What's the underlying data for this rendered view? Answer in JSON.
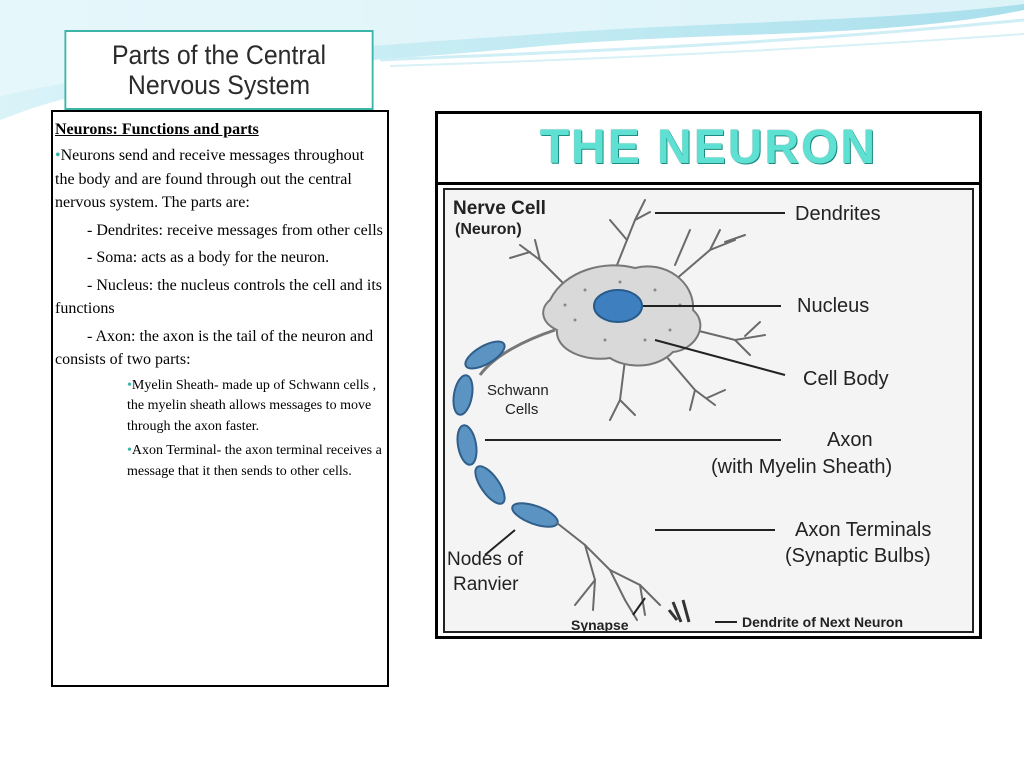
{
  "left_panel": {
    "title_line1": "Parts of the Central",
    "title_line2": "Nervous System",
    "heading": "Neurons: Functions and parts",
    "bullet": "•",
    "intro": "Neurons  send and receive messages throughout the body and are found through out the central nervous system. The parts are:",
    "parts": [
      "- Dendrites: receive messages from other cells",
      "- Soma: acts as a body for the neuron.",
      "- Nucleus: the nucleus controls the cell and its functions",
      "- Axon: the axon is the tail of the neuron and consists of  two parts:"
    ],
    "sub_parts": [
      "Myelin Sheath- made up of Schwann cells , the myelin sheath allows messages to move through the axon faster.",
      "Axon Terminal- the axon terminal receives a message that it then sends to other cells."
    ]
  },
  "right_panel": {
    "title": "THE NEURON",
    "diagram": {
      "title_line1": "Nerve Cell",
      "title_line2": "(Neuron)",
      "labels": {
        "dendrites": "Dendrites",
        "nucleus": "Nucleus",
        "cell_body": "Cell Body",
        "schwann_line1": "Schwann",
        "schwann_line2": "Cells",
        "axon_line1": "Axon",
        "axon_line2": "(with Myelin Sheath)",
        "terminals_line1": "Axon Terminals",
        "terminals_line2": "(Synaptic Bulbs)",
        "nodes_line1": "Nodes of",
        "nodes_line2": "Ranvier",
        "synapse": "Synapse",
        "next_neuron": "Dendrite of Next Neuron"
      }
    }
  },
  "colors": {
    "accent": "#3ab5a8",
    "title_teal": "#5ee0d2",
    "membrane": "#4a86b4",
    "wave": "#bfe9f2"
  }
}
